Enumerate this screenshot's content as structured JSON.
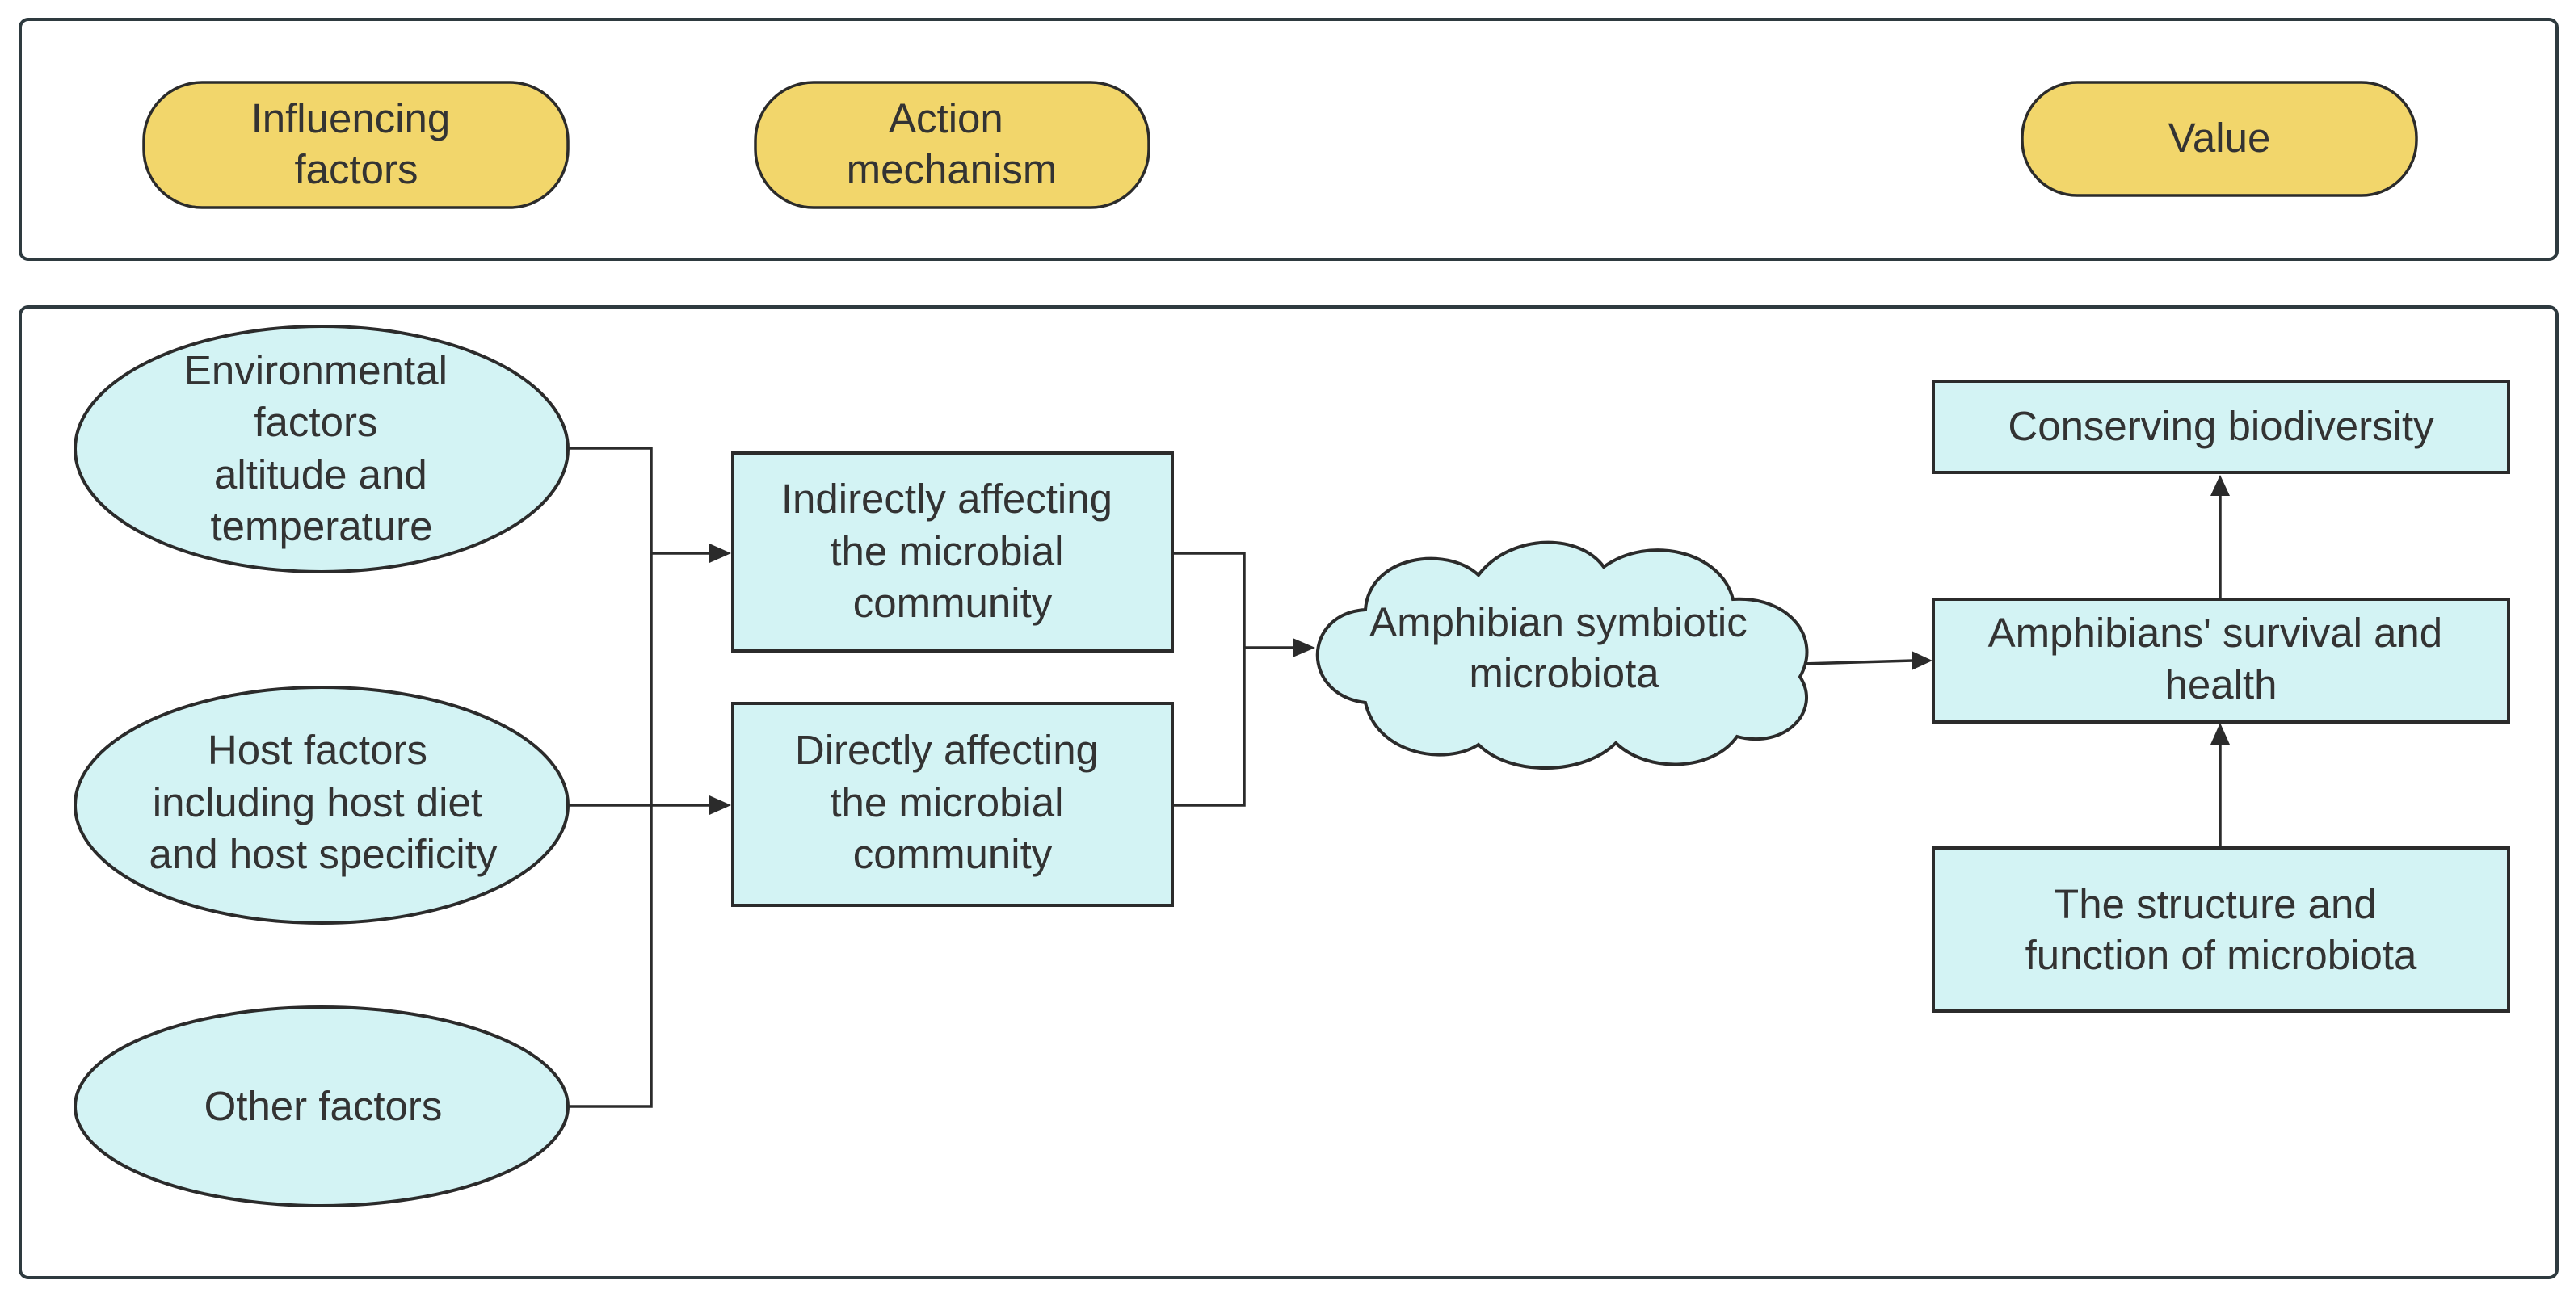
{
  "header": {
    "influencing": [
      "Influencing",
      "factors"
    ],
    "action": [
      "Action",
      "mechanism"
    ],
    "value": [
      "Value"
    ]
  },
  "factors": {
    "environmental": [
      "Environmental",
      "factors",
      "altitude and",
      "temperature"
    ],
    "host": [
      "Host factors",
      "including host diet",
      "and host specificity"
    ],
    "other": [
      "Other factors"
    ]
  },
  "mechanisms": {
    "indirect": [
      "Indirectly affecting",
      "the microbial",
      "community"
    ],
    "direct": [
      "Directly affecting",
      "the microbial",
      "community"
    ]
  },
  "microbiota": [
    "Amphibian symbiotic",
    "microbiota"
  ],
  "values": {
    "conserving": [
      "Conserving biodiversity"
    ],
    "survival": [
      "Amphibians' survival and",
      "health"
    ],
    "structure": [
      "The structure and",
      "function of microbiota"
    ]
  },
  "colors": {
    "header_fill": "#f2d66b",
    "node_fill": "#d3f3f4",
    "stroke": "#2b2b2b"
  }
}
